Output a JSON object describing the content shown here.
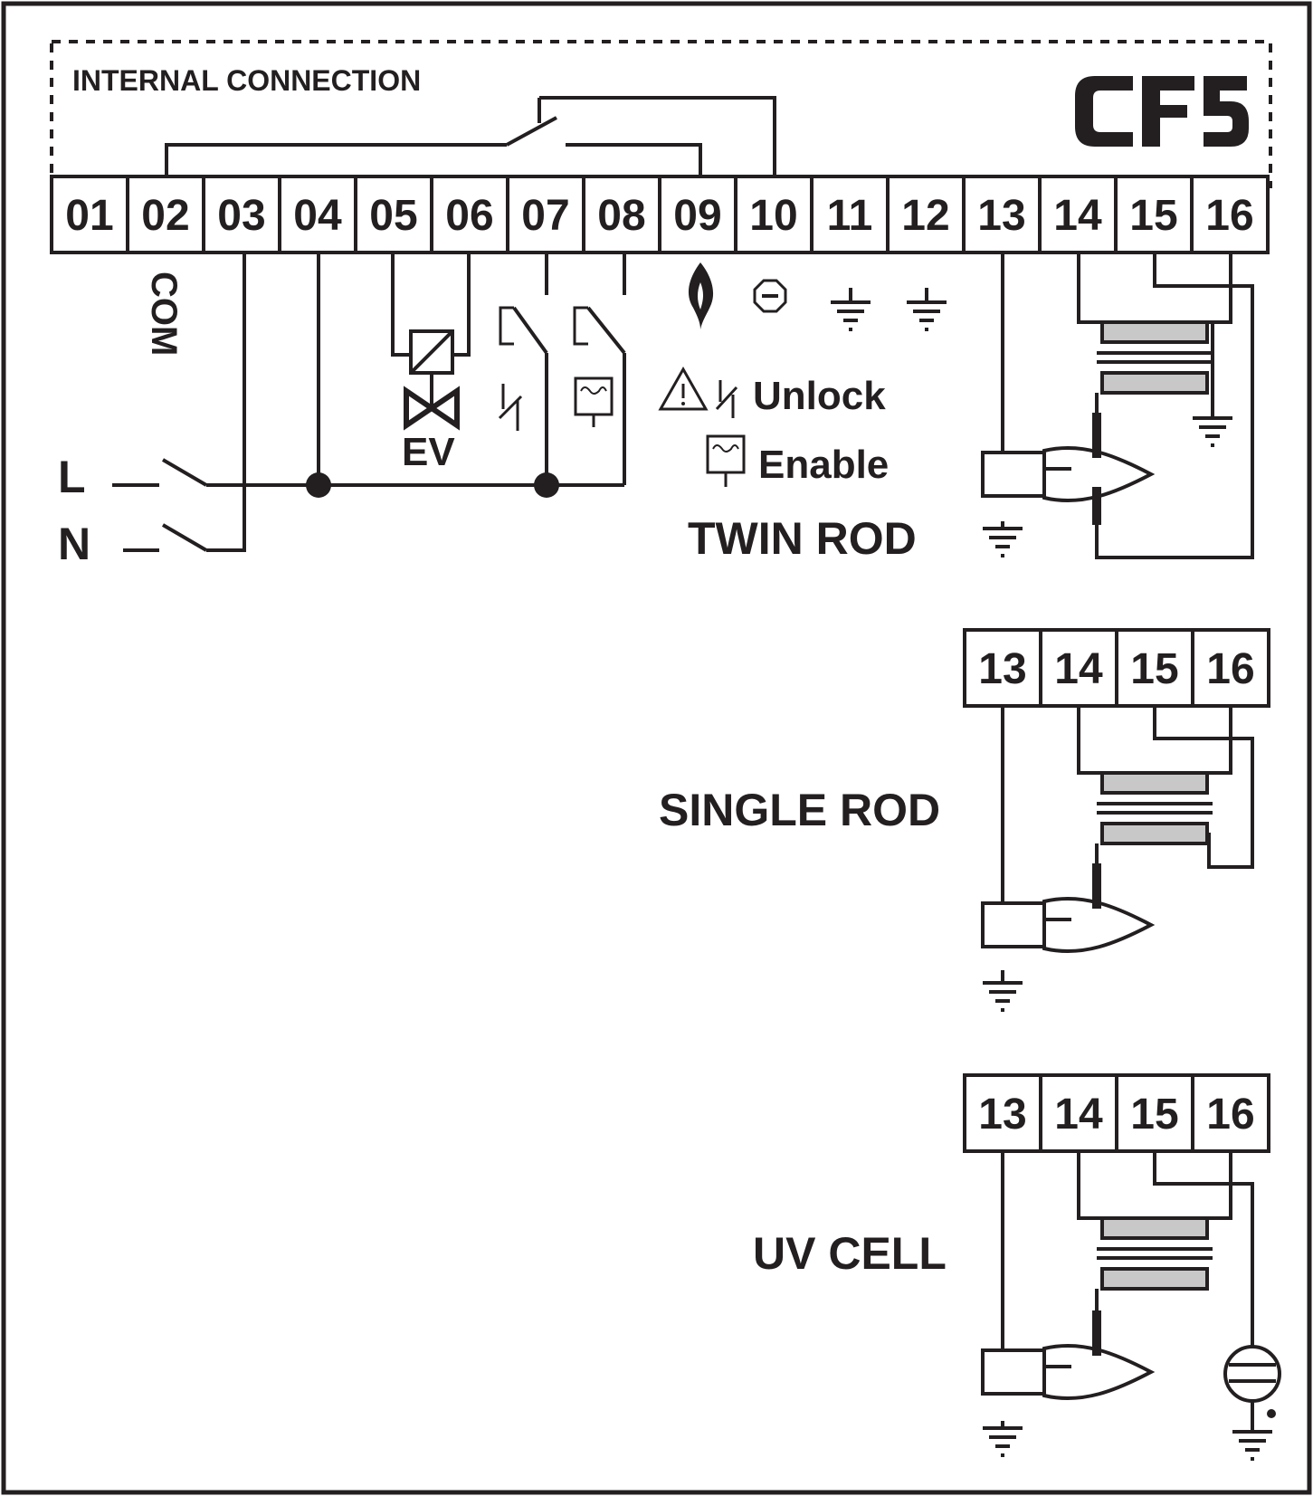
{
  "header": {
    "internal_connection_label": "INTERNAL CONNECTION",
    "logo_text": "CF5"
  },
  "main_terminals": [
    "01",
    "02",
    "03",
    "04",
    "05",
    "06",
    "07",
    "08",
    "09",
    "10",
    "11",
    "12",
    "13",
    "14",
    "15",
    "16"
  ],
  "labels": {
    "com": "COM",
    "line": "L",
    "neutral": "N",
    "ev": "EV",
    "unlock": "Unlock",
    "enable": "Enable"
  },
  "sections": {
    "twin_rod": "TWIN ROD",
    "single_rod": "SINGLE ROD",
    "uv_cell": "UV CELL"
  },
  "sub_terminals": [
    "13",
    "14",
    "15",
    "16"
  ],
  "icons": [
    "flame-icon",
    "minus-circle-icon",
    "ground-icon",
    "warning-icon",
    "contact-icon",
    "thermostat-icon",
    "solenoid-valve-icon",
    "transformer-icon",
    "ignition-electrode-icon",
    "uv-cell-icon"
  ],
  "colors": {
    "ink": "#231f20",
    "transformer_core": "#c8c8c8",
    "background": "#ffffff"
  }
}
